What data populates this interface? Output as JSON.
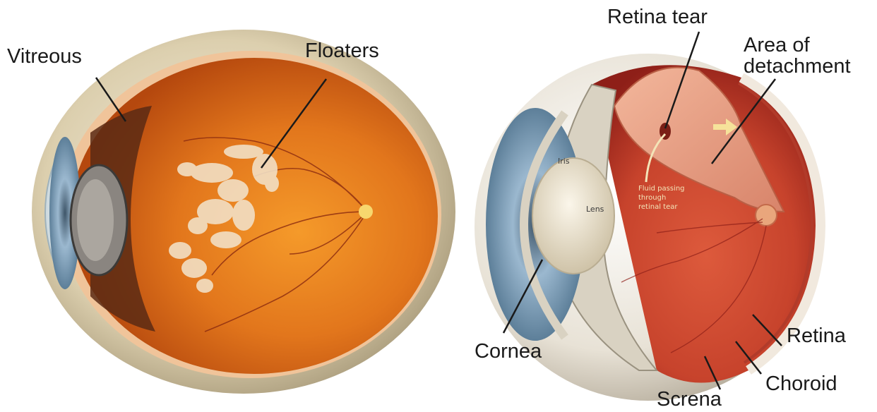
{
  "left_figure": {
    "labels": {
      "vitreous": "Vitreous",
      "floaters": "Floaters"
    }
  },
  "right_figure": {
    "labels": {
      "retina_tear": "Retina tear",
      "area_of_detachment_line1": "Area of",
      "area_of_detachment_line2": "detachment",
      "cornea": "Cornea",
      "retina": "Retina",
      "choroid": "Choroid",
      "screna": "Screna"
    },
    "inner_labels": {
      "iris": "Iris",
      "lens": "Lens",
      "fluid_line1": "Fluid passing",
      "fluid_line2": "through",
      "fluid_line3": "retinal tear"
    }
  },
  "colors": {
    "sclera": "#d9cdb0",
    "interior_orange": "#e2761c",
    "interior_red": "#c7432c",
    "detached_retina": "#eaa287",
    "iris_blue": "#7fa3c0",
    "floaters": "#f2dfc4",
    "label_text": "#1a1a1a",
    "fluid_text": "#f3e4b8"
  }
}
